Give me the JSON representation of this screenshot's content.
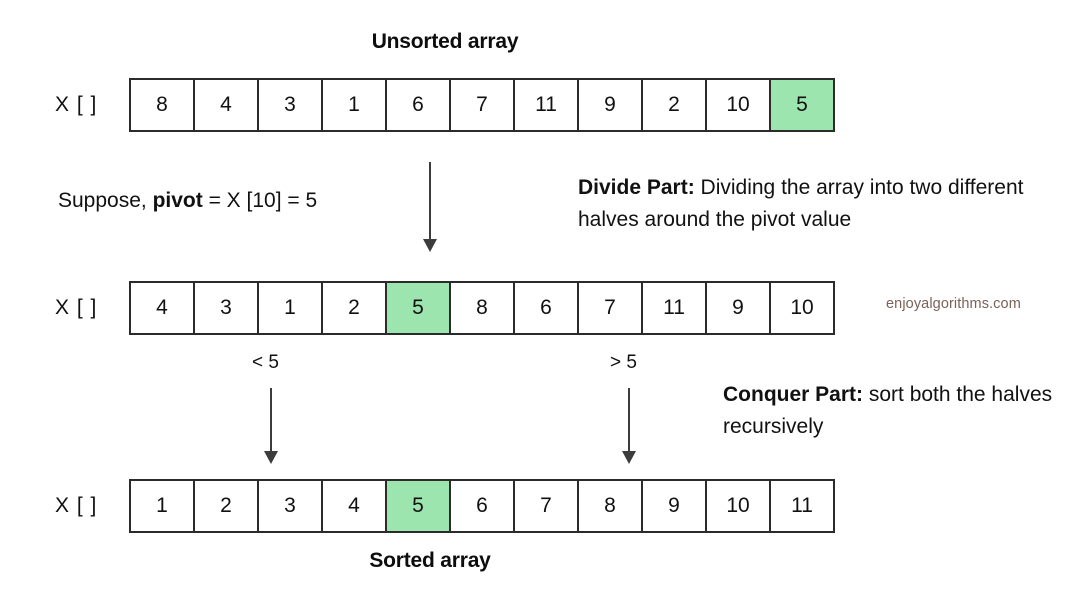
{
  "titles": {
    "unsorted": "Unsorted array",
    "sorted": "Sorted array"
  },
  "array_label": "X [ ]",
  "arrays": [
    {
      "name": "unsorted-array",
      "values": [
        "8",
        "4",
        "3",
        "1",
        "6",
        "7",
        "11",
        "9",
        "2",
        "10",
        "5"
      ],
      "pivot_index": 10
    },
    {
      "name": "partitioned-array",
      "values": [
        "4",
        "3",
        "1",
        "2",
        "5",
        "8",
        "6",
        "7",
        "11",
        "9",
        "10"
      ],
      "pivot_index": 4
    },
    {
      "name": "sorted-array",
      "values": [
        "1",
        "2",
        "3",
        "4",
        "5",
        "6",
        "7",
        "8",
        "9",
        "10",
        "11"
      ],
      "pivot_index": 4
    }
  ],
  "notes": {
    "pivot_prefix": "Suppose, ",
    "pivot_bold": "pivot",
    "pivot_suffix": " = X [10] = 5",
    "divide_bold": "Divide Part:",
    "divide_text": " Dividing the array into two different halves around the pivot value",
    "conquer_bold": "Conquer Part:",
    "conquer_text": " sort both the halves recursively"
  },
  "comparisons": {
    "less": "< 5",
    "greater": "> 5"
  },
  "watermark": "enjoyalgorithms.com",
  "colors": {
    "pivot_green": "#9ce5ae",
    "border": "#2b2b2b",
    "arrow": "#3c3c3c",
    "text": "#111111",
    "watermark": "#7a6258",
    "background": "#ffffff"
  }
}
